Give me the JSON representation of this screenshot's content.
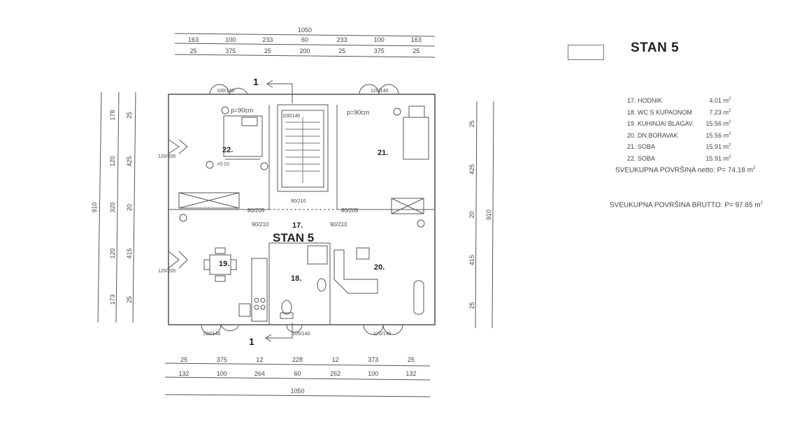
{
  "unit_title": "STAN 5",
  "plan_label": "STAN 5",
  "rooms": [
    {
      "id": "17",
      "label": "17."
    },
    {
      "id": "18",
      "label": "18."
    },
    {
      "id": "19",
      "label": "19."
    },
    {
      "id": "20",
      "label": "20."
    },
    {
      "id": "21",
      "label": "21."
    },
    {
      "id": "22",
      "label": "22."
    }
  ],
  "area_table": [
    {
      "name": "17. HODNIK",
      "value": "4.01"
    },
    {
      "name": "18. WC S KUPAONOM",
      "value": "7.23"
    },
    {
      "name": "19. KUHINJA/ BLAGAV.",
      "value": "15.56"
    },
    {
      "name": "20. DN.BORAVAK",
      "value": "15.56"
    },
    {
      "name": "21. SOBA",
      "value": "15.91"
    },
    {
      "name": "22. SOBA",
      "value": "15.91"
    }
  ],
  "area_unit": "m",
  "net_label": "SVEUKUPNA POVRŠINA netto:",
  "net_value": "P= 74.18 m",
  "gross_label": "SVEUKUPNA POVRŠINA BRUTTO:",
  "gross_value": "P= 97.85 m",
  "section_mark": "1",
  "height_notes": [
    "p=90cm",
    "p=90cm"
  ],
  "level_note": "+0.10",
  "dims_top_row1": [
    "1050"
  ],
  "dims_top_row2": [
    "163",
    "100",
    "233",
    "60",
    "233",
    "100",
    "163"
  ],
  "dims_top_row3": [
    "25",
    "375",
    "25",
    "200",
    "25",
    "375",
    "25"
  ],
  "dims_bottom_row1": [
    "25",
    "375",
    "12",
    "228",
    "12",
    "373",
    "25"
  ],
  "dims_bottom_row2": [
    "132",
    "100",
    "264",
    "60",
    "262",
    "100",
    "132"
  ],
  "dims_bottom_row3": [
    "1050"
  ],
  "dims_left_outer": [
    "910"
  ],
  "dims_left_mid": [
    "173",
    "120",
    "320",
    "120",
    "178"
  ],
  "dims_left_inner": [
    "25",
    "415",
    "20",
    "425",
    "25"
  ],
  "dims_right": [
    "25",
    "415",
    "20",
    "425",
    "25"
  ],
  "dims_right_outer": [
    "910"
  ],
  "window_labels": [
    "100/140",
    "120/140",
    "120/140",
    "100/140",
    "120/140",
    "100/140"
  ],
  "side_window_labels": [
    "120/205",
    "120/205"
  ],
  "door_labels": [
    "80/205",
    "90/210",
    "90/210",
    "80/205"
  ],
  "stair_labels": [
    "90/210"
  ]
}
